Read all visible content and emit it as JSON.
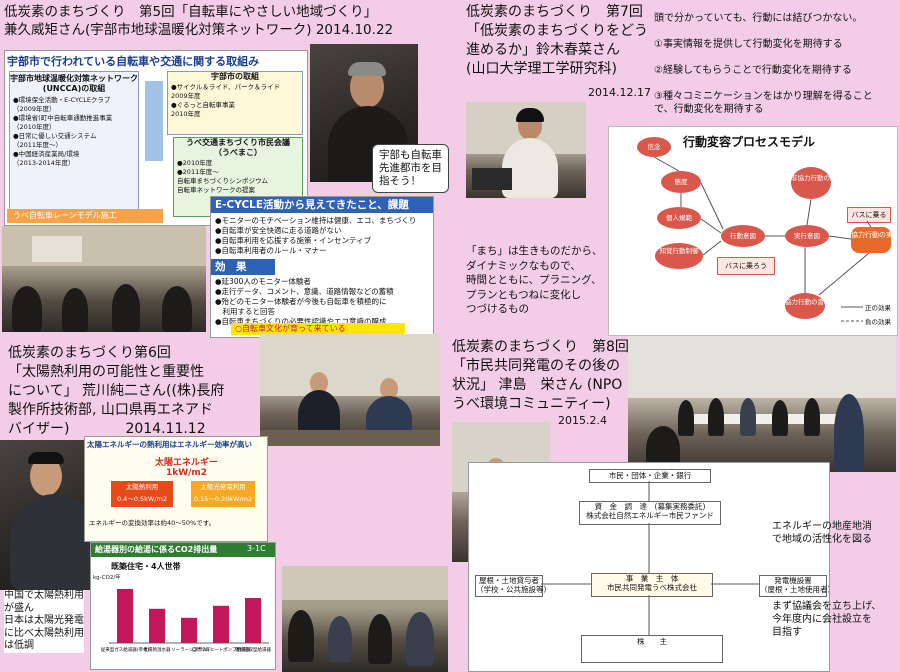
{
  "s5": {
    "title": "低炭素のまちづくり　第5回「自転車にやさしい地域づくり」\n兼久威矩さん(宇部市地球温暖化対策ネットワーク) 2014.10.22",
    "slide_title": "宇部市で行われている自転車や交通に関する取組み",
    "left_header": "宇部市地球温暖化対策ネットワーク\n(UNCCA)の取組",
    "left_items": "●環境保全活動・E-CYCLEクラブ\n（2009年度）\n●環境省(町中自転車通勤推進事業\n（2010年度）\n●日常に優しい交通システム　\n（2011年度～）\n●中国経済産業局/環境\n（2013-2014年度）",
    "right_header": "宇部市の取組",
    "right_items": "●サイクル＆ライド、パーク＆ライド\n2009年度\n●ぐるっと自転車事業\n2010年度",
    "lower_header": "うべ交通まちづくり市民会議\n（うべまこ）",
    "lower_items": "●2010年度\n●2011年度～\n自転車まちづくりシンポジウム\n自転車ネットワークの提案",
    "lane_label": "うべ自転車レーンモデル施工",
    "ecycle_title": "E-CYCLE活動から見えてきたこと、課題",
    "ecycle_items": "●モニターのモチベーション維持は健康、エコ、まちづくり\n●自転車が安全快適に走る道路がない\n●自転車利用を応援する施策・インセンティブ\n●自転車利用者のルール・マナー",
    "effect_title": "効　果",
    "effect_items": "●延300人のモニター体験者\n●走行データ、コメント、意識、道路情報などの蓄積\n●殆どのモニター体験者が今後も自転車を積極的に\n　利用すると回答\n●自転車まちづくりの必要性認識やエコ意識の醸成",
    "culture": "○自転車文化が育って来ている",
    "bubble": "宇部も自転車\n先進都市を目\n指そう！"
  },
  "s7": {
    "title": "低炭素のまちづくり　第7回\n「低炭素のまちづくりをどう\n進めるか」鈴木春菜さん\n(山口大学理工学研究科)",
    "date": "2014.12.17",
    "points": "頭で分かっていても、行動には結びつかない。\n\n①事実情報を提供して行動変化を期待する\n\n②経験してもらうことで行動変化を期待する\n\n③種々コミニケーションをはかり理解を得ること\nで、行動変化を期待する",
    "quote": "「まち」は生きものだから、\nダイナミックなもので、\n時間とともに、プラニング、\nプランともつねに変化し\nつづけるもの",
    "model_title": "行動変容プロセスモデル",
    "nodes": [
      "信念",
      "態度",
      "個人規範",
      "知覚行動制御",
      "行動意図",
      "実行意図",
      "バスに乗ろう",
      "非協力行動の習慣",
      "協力行動の実行",
      "協力行動の習慣",
      "バスに乗る"
    ],
    "legend_pos": "正の効果",
    "legend_neg": "負の効果"
  },
  "s6": {
    "title": "低炭素のまちづくり第6回\n「太陽熱利用の可能性と重要性\nについて」 荒川純二さん((株)長府\n製作所技術部, 山口県再エネアド\nバイザー)　　　　2014.11.12",
    "slide_title": "太陽エネルギーの熱利用はエネルギー効率が高い",
    "energy": "太陽エネルギー\n1kW/m2",
    "heat": "太陽熱利用\n0.4～0.5kW/m2",
    "pv": "太陽光発電利用\n0.15～0.20kW/m2",
    "note": "エネルギーの変換効率は約40～50%です。",
    "chart_title": "給湯器別の給湯に係るCO2排出量",
    "chart_tag": "3-1C",
    "side_note": "中国で太陽熱利用\nが盛ん\n日本は太陽光発電\nに比べ太陽熱利用\nは低調"
  },
  "chart_data": {
    "type": "bar",
    "title": "既築住宅・4人世帯",
    "ylabel": "kg-CO2/年",
    "categories": [
      "従来型ガス給湯器(参考)",
      "太陽熱温水器",
      "ソーラーシステム",
      "自然冷媒ヒートポンプ給湯器",
      "潜熱回収型給湯器"
    ],
    "values": [
      900,
      570,
      420,
      620,
      750
    ],
    "ylim": [
      0,
      1000
    ],
    "bar_color": "#c2185b"
  },
  "s8": {
    "title": "低炭素のまちづくり　第8回\n「市民共同発電のその後の\n状況」 津島　栄さん (NPO\nうべ環境コミュニティー)",
    "date": "2015.2.4",
    "note1": "エネルギーの地産地消\nで地域の活性化を図る",
    "note2": "まず協議会を立ち上げ、\n今年度内に会社設立を\n目指す",
    "flow_top": "市民・団体・企業・銀行",
    "flow_fund": "資　金　調　達　(募集実務委託)\n株式会社自然エネルギー市民ファンド",
    "flow_main": "事　業　主　体\n市民共同発電うべ株式会社",
    "flow_left": "屋根・土地貸与者\n（学校・公共施設等）",
    "flow_right": "発電機設置\n（屋根・土地使用者）",
    "flow_bottom": "株　　主"
  }
}
